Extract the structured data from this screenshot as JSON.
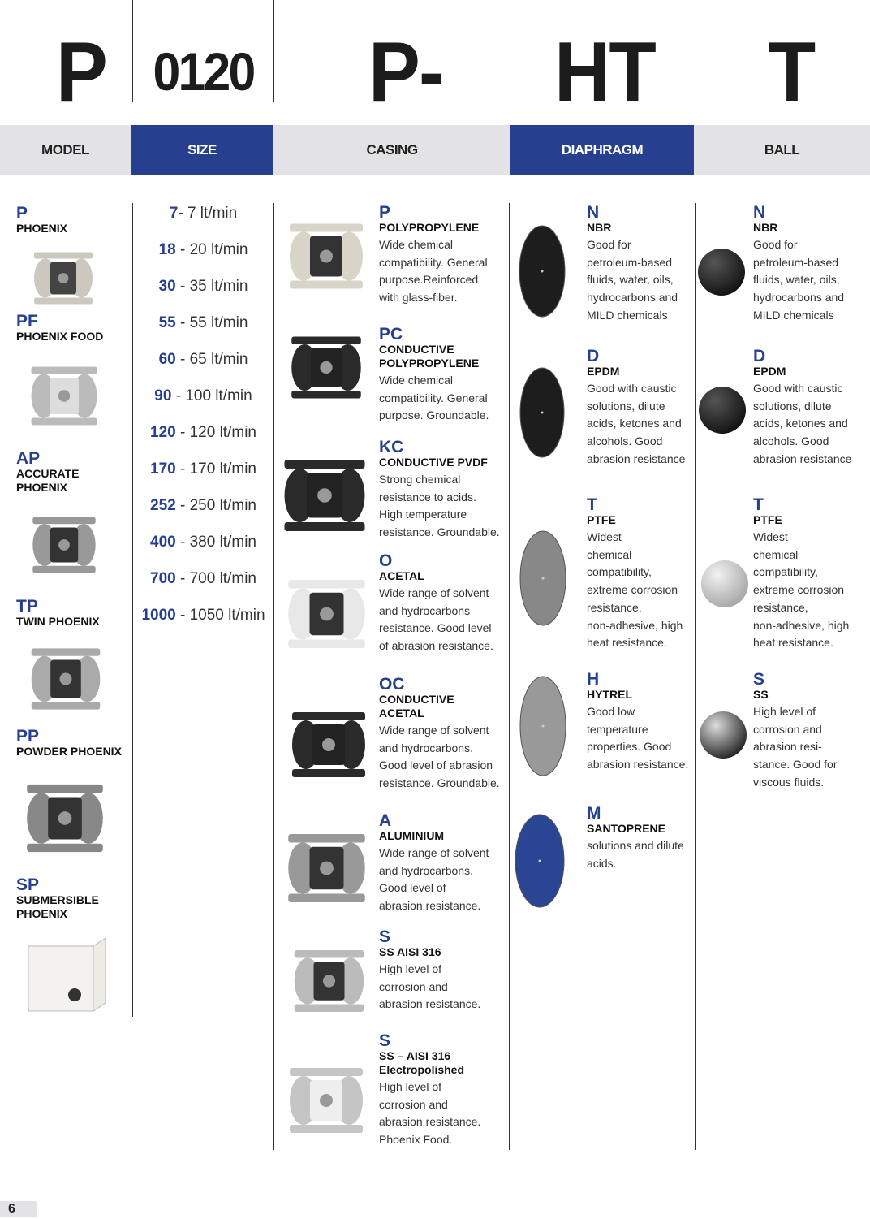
{
  "code_parts": {
    "model": "P",
    "size": "0120",
    "casing": "P-",
    "diaphragm": "HT",
    "ball": "T"
  },
  "headers": {
    "model": "MODEL",
    "size": "SIZE",
    "casing": "CASING",
    "diaphragm": "DIAPHRAGM",
    "ball": "BALL"
  },
  "colors": {
    "accent": "#263f8f",
    "header_bg": "#e3e3e5"
  },
  "models": [
    {
      "code": "P",
      "name": "PHOENIX"
    },
    {
      "code": "PF",
      "name": "PHOENIX FOOD"
    },
    {
      "code": "AP",
      "name": "ACCURATE\nPHOENIX"
    },
    {
      "code": "TP",
      "name": "TWIN PHOENIX"
    },
    {
      "code": "PP",
      "name": "POWDER PHOENIX"
    },
    {
      "code": "SP",
      "name": "SUBMERSIBLE\nPHOENIX"
    }
  ],
  "sizes": [
    {
      "code": "7",
      "rest": "- 7 lt/min"
    },
    {
      "code": "18",
      "rest": " - 20 lt/min"
    },
    {
      "code": "30",
      "rest": " - 35 lt/min"
    },
    {
      "code": "55",
      "rest": " - 55 lt/min"
    },
    {
      "code": "60",
      "rest": " - 65 lt/min"
    },
    {
      "code": "90",
      "rest": " - 100 lt/min"
    },
    {
      "code": "120",
      "rest": " - 120 lt/min"
    },
    {
      "code": "170",
      "rest": " - 170 lt/min"
    },
    {
      "code": "252",
      "rest": " - 250 lt/min"
    },
    {
      "code": "400",
      "rest": " - 380 lt/min"
    },
    {
      "code": "700",
      "rest": " - 700 lt/min"
    },
    {
      "code": "1000",
      "rest": " - 1050 lt/min"
    }
  ],
  "casings": [
    {
      "code": "P",
      "name": "POLYPROPYLENE",
      "desc": "Wide chemical\ncompatibility. General\npurpose.Reinforced\nwith glass-fiber."
    },
    {
      "code": "PC",
      "name": "CONDUCTIVE\nPOLYPROPYLENE",
      "desc": "Wide chemical\ncompatibility. General\npurpose. Groundable."
    },
    {
      "code": "KC",
      "name": "CONDUCTIVE PVDF",
      "desc": "Strong chemical\nresistance to acids.\nHigh temperature\nresistance. Groundable."
    },
    {
      "code": "O",
      "name": "ACETAL",
      "desc": "Wide range of solvent\nand hydrocarbons\nresistance. Good level\nof abrasion resistance."
    },
    {
      "code": "OC",
      "name": "CONDUCTIVE\nACETAL",
      "desc": "Wide range of solvent\nand hydrocarbons.\nGood level of abrasion\nresistance. Groundable."
    },
    {
      "code": "A",
      "name": "ALUMINIUM",
      "desc": "Wide range of solvent\nand hydrocarbons.\nGood level of\nabrasion resistance."
    },
    {
      "code": "S",
      "name": "SS AISI 316",
      "desc": "High level of\ncorrosion and\nabrasion resistance."
    },
    {
      "code": "S",
      "name": "SS – AISI 316\nElectropolished",
      "desc": "High level of\ncorrosion and\nabrasion resistance.\nPhoenix Food."
    }
  ],
  "diaphragms": [
    {
      "code": "N",
      "name": "NBR",
      "desc": "Good for\npetroleum-based\nfluids, water, oils,\nhydrocarbons and\nMILD chemicals"
    },
    {
      "code": "D",
      "name": "EPDM",
      "desc": "Good with caustic\nsolutions, dilute\nacids, ketones and\nalcohols. Good\nabrasion resistance"
    },
    {
      "code": "T",
      "name": "PTFE",
      "desc": "Widest\nchemical\ncompatibility,\nextreme corrosion\nresistance,\nnon-adhesive, high\nheat resistance."
    },
    {
      "code": "H",
      "name": "HYTREL",
      "desc": "Good low\ntemperature\nproperties. Good\nabrasion resistance."
    },
    {
      "code": "M",
      "name": "SANTOPRENE",
      "desc": "solutions and dilute\nacids."
    }
  ],
  "balls": [
    {
      "code": "N",
      "name": "NBR",
      "desc": "Good for\npetroleum-based\nfluids, water, oils,\nhydrocarbons and\nMILD chemicals"
    },
    {
      "code": "D",
      "name": "EPDM",
      "desc": "Good with caustic\nsolutions, dilute\nacids, ketones and\nalcohols. Good\nabrasion resistance"
    },
    {
      "code": "T",
      "name": "PTFE",
      "desc": "Widest\nchemical\ncompatibility,\nextreme corrosion\nresistance,\nnon-adhesive, high\nheat resistance."
    },
    {
      "code": "S",
      "name": "SS",
      "desc": "High level of\ncorrosion and\nabrasion resi-\nstance. Good for\nviscous fluids."
    }
  ],
  "page_number": "6"
}
